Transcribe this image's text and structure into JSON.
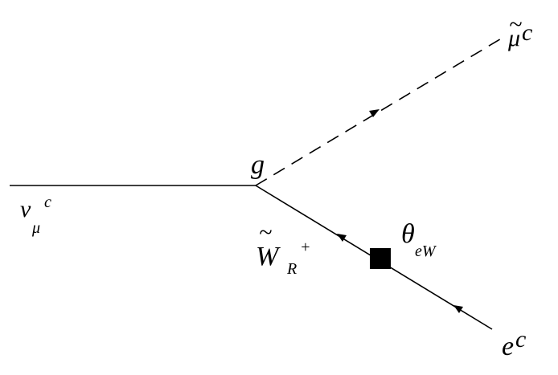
{
  "diagram": {
    "vertex_label": "g",
    "mixing_label": {
      "symbol": "θ",
      "subscript": "eW"
    },
    "neutrino_label": {
      "base": "ν",
      "subscript": "μ",
      "superscript": "c"
    },
    "smuon_label": {
      "base": "μ",
      "tilde": "~",
      "superscript": "c"
    },
    "wino_label": {
      "base": "W",
      "tilde": "~",
      "subscript": "R",
      "superscript": "+"
    },
    "electron_label": {
      "base": "e",
      "superscript": "c"
    }
  }
}
